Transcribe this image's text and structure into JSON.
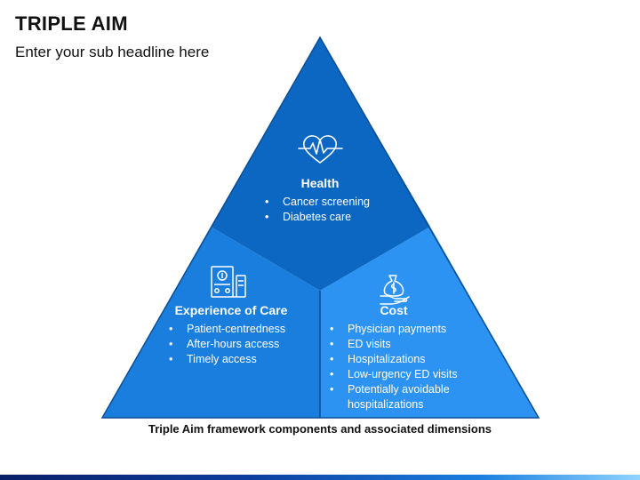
{
  "header": {
    "title": "TRIPLE AIM",
    "subtitle": "Enter your sub headline here"
  },
  "diagram": {
    "colors": {
      "top": "#0b67c2",
      "left": "#1a7ede",
      "right": "#2c93f2",
      "divider": "#0b4e96"
    },
    "health": {
      "icon": "heart-pulse-icon",
      "title": "Health",
      "items": [
        "Cancer screening",
        "Diabetes care"
      ]
    },
    "experience": {
      "icon": "clinic-monitor-icon",
      "title": "Experience of Care",
      "items": [
        "Patient-centredness",
        "After-hours access",
        "Timely access"
      ]
    },
    "cost": {
      "icon": "money-bag-hand-icon",
      "title": "Cost",
      "items": [
        "Physician payments",
        "ED visits",
        "Hospitalizations",
        "Low-urgency ED visits",
        "Potentially avoidable hospitalizations"
      ]
    },
    "caption": "Triple Aim framework components and associated dimensions"
  }
}
